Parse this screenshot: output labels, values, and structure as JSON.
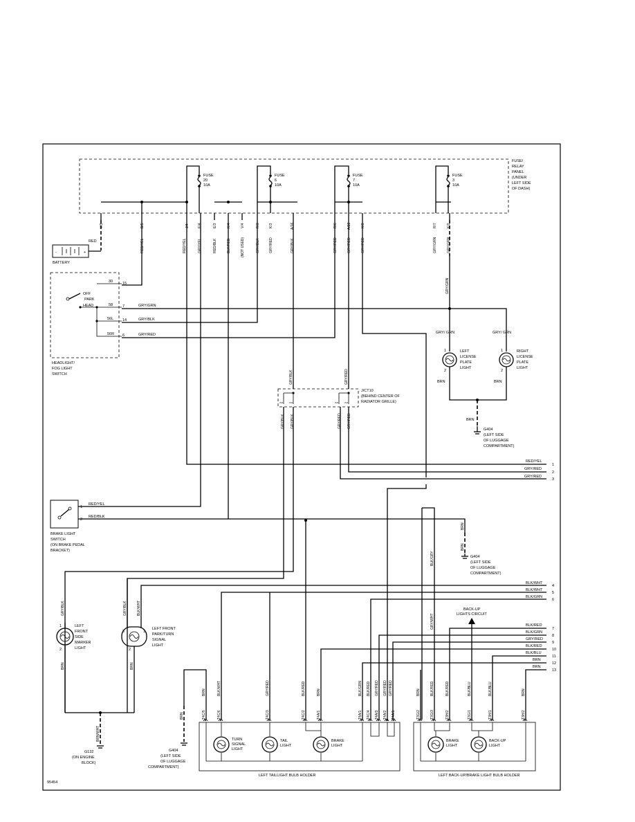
{
  "fuse_panel": {
    "label": [
      "FUSE/",
      "RELAY",
      "PANEL",
      "(UNDER",
      "LEFT SIDE",
      "OF DASH)"
    ],
    "fuses": [
      {
        "name": "FUSE",
        "number": "20",
        "rating": "10A"
      },
      {
        "name": "FUSE",
        "number": "6",
        "rating": "10A"
      },
      {
        "name": "FUSE",
        "number": "7",
        "rating": "10A"
      },
      {
        "name": "FUSE",
        "number": "3",
        "rating": "10A"
      }
    ],
    "pins": [
      "Y/3",
      "B/5",
      "J/4",
      "E/4",
      "E/3",
      "K/4",
      "V/4",
      "R/3",
      "K/3",
      "A/16",
      "R/6",
      "A/22",
      "K/3",
      "R/7",
      "K/2"
    ]
  },
  "wires_top": [
    "RED/YEL",
    "RED/YEL",
    "GRY/YEL",
    "RED/BLK",
    "BLK/RED",
    "(NOT USED)",
    "GRY/BLK",
    "GRY/RED",
    "GRY/BLK",
    "GRY/RED",
    "GRY/RED",
    "GRY/RED",
    "GRY/GRN",
    "GRY/GRN"
  ],
  "battery": {
    "label": "BATTERY",
    "wire": "RED"
  },
  "headlight_switch": {
    "label": [
      "HEADLIGHT/",
      "FOG LIGHT",
      "SWITCH"
    ],
    "positions": [
      "OFF",
      "PARK",
      "HEAD"
    ],
    "terminals": [
      "30",
      "58",
      "56L",
      "56R"
    ],
    "pins": [
      "15",
      "7",
      "14",
      "6"
    ],
    "wires": [
      "GRY/GRN",
      "GRY/BLK",
      "GRY/RED"
    ]
  },
  "license_lights": {
    "feed_wire": "GRY/GRN",
    "left": [
      "LEFT",
      "LICENSE",
      "PLATE",
      "LIGHT"
    ],
    "right": [
      "RIGHT",
      "LICENSE",
      "PLATE",
      "LIGHT"
    ],
    "wire_in": "GRY/ GRN",
    "wire_out": "BRN",
    "pin1": "1",
    "pin2": "2"
  },
  "ground_g404_top": {
    "wire": "BRN",
    "label": [
      "G404",
      "(LEFT SIDE",
      "OF LUGGAGE",
      "COMPARTMENT)"
    ]
  },
  "connector_jct10": {
    "label": [
      "J/CT10",
      "(BEHIND CENTER OF",
      "RADIATOR GRILLE)"
    ],
    "wires": [
      "GRY/BLK",
      "GRY/RED",
      "GRY/BLK",
      "GRY/BLK",
      "GRY/RED",
      "GRY/RED"
    ]
  },
  "right_rail": {
    "upper": [
      {
        "wire": "RED/YEL",
        "num": "1"
      },
      {
        "wire": "GRY/RED",
        "num": "2"
      },
      {
        "wire": "GRY/RED",
        "num": "3"
      }
    ],
    "lower": [
      {
        "wire": "BLK/WHT",
        "num": "4"
      },
      {
        "wire": "BLK/WHT",
        "num": "5"
      },
      {
        "wire": "BLK/GRN",
        "num": "6"
      },
      {
        "wire": "BLK/RED",
        "num": "7"
      },
      {
        "wire": "BLK/GRN",
        "num": "8"
      },
      {
        "wire": "GRY/RED",
        "num": "9"
      },
      {
        "wire": "BLK/RED",
        "num": "10"
      },
      {
        "wire": "BLK/BLU",
        "num": "11"
      },
      {
        "wire": "BRN",
        "num": "12"
      },
      {
        "wire": "BRN",
        "num": "13"
      }
    ]
  },
  "brake_switch": {
    "label": [
      "BRAKE LIGHT",
      "SWITCH",
      "(ON BRAKE PEDAL",
      "BRACKET)"
    ],
    "pins": [
      "1",
      "2"
    ],
    "wires": [
      "RED/YEL",
      "RED/BLK"
    ]
  },
  "ground_g404_mid": {
    "wire": "BRN",
    "label": [
      "G404",
      "(LEFT SIDE",
      "OF LUGGAGE",
      "COMPARTMENT)"
    ]
  },
  "backup_circuit": [
    "BACK-UP",
    "LIGHTS CIRCUIT"
  ],
  "front_marker": {
    "label": [
      "LEFT",
      "FRONT",
      "SIDE",
      "MARKER",
      "LIGHT"
    ],
    "wire_in": "GRY/BLK",
    "wire_out": "BRN",
    "pin1": "1",
    "pin2": "2"
  },
  "front_turn": {
    "label": [
      "LEFT FRONT",
      "PARK/TURN",
      "SIGNAL",
      "LIGHT"
    ],
    "wire_a": "GRY/BLK",
    "wire_b": "BLK/WHT",
    "wire_out": "BRN",
    "pin_a": "3",
    "pin_b": "1",
    "pin2": "2"
  },
  "ground_g132": {
    "wire": "BRN/WHT",
    "label": [
      "G132",
      "(ON ENGINE",
      "BLOCK)"
    ]
  },
  "ground_g404_bot": {
    "wire": "BRN",
    "label": [
      "G404",
      "(LEFT SIDE",
      "OF LUGGAGE",
      "COMPARTMENT)"
    ]
  },
  "mid_wires": [
    "BLK/GRY",
    "GRY/WHT"
  ],
  "taillight_holder": {
    "label": "LEFT TAILLIGHT BULB HOLDER",
    "wires": [
      "BRN",
      "BLK/WHT",
      "GRY/RED",
      "BLK/RED",
      "BRN",
      "BLK/GRN",
      "BLK/RED",
      "GRY/RED"
    ],
    "pins": [
      "T4C/5",
      "T4C/6",
      "T4C/3",
      "T4C/2",
      "T4A/1",
      "T4C/4",
      "T4A/3",
      "T4A/2",
      "T4A/1"
    ],
    "bulbs": [
      [
        "TURN",
        "SIGNAL",
        "LIGHT"
      ],
      [
        "TAIL",
        "LIGHT"
      ],
      [
        "BRAKE",
        "LIGHT"
      ]
    ]
  },
  "backup_holder": {
    "label": "LEFT BACK-UP/BRAKE LIGHT BULB HOLDER",
    "wires": [
      "BRN",
      "BLK/RED",
      "BLK/RED",
      "BLK/BLU",
      "BLK/BLU",
      "BRN"
    ],
    "pins": [
      "T3G/2",
      "T3G/3",
      "T3H/2",
      "T3G/1",
      "T3H/1",
      "T3H/2"
    ],
    "bulbs": [
      [
        "BRAKE",
        "LIGHT"
      ],
      [
        "BACK-UP",
        "LIGHT"
      ]
    ]
  },
  "figure_id": "95454"
}
